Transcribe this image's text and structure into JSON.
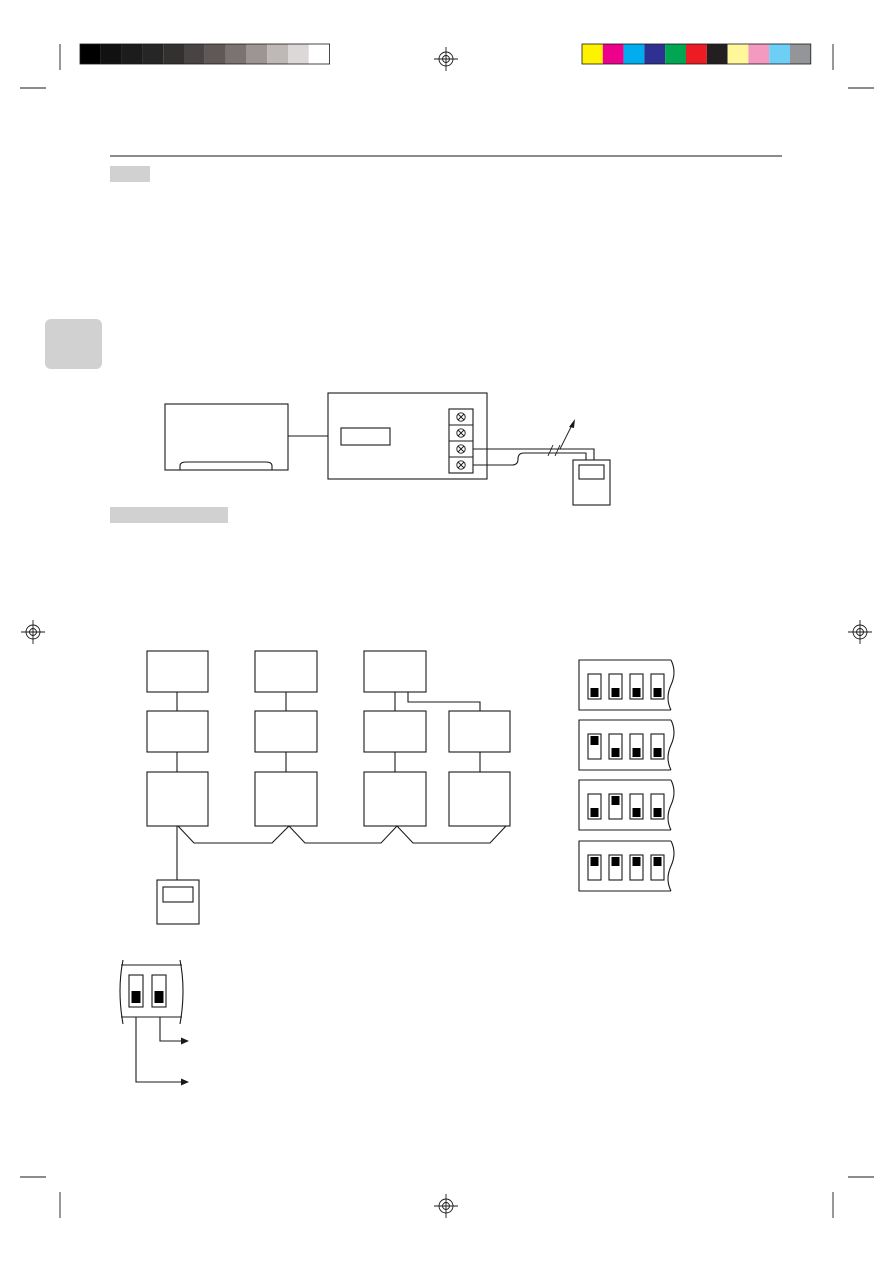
{
  "page": {
    "gray_scale_swatches": [
      "#000000",
      "#111111",
      "#1c1c1c",
      "#262626",
      "#333130",
      "#484443",
      "#5f5857",
      "#7a7372",
      "#9c9594",
      "#beb8b7",
      "#dcd8d7",
      "#ffffff"
    ],
    "color_swatches": [
      "#fff200",
      "#ec008c",
      "#00aeef",
      "#2e3192",
      "#00a651",
      "#ed1c24",
      "#231f20",
      "#fff799",
      "#f49ac1",
      "#6dcff6",
      "#939598"
    ],
    "accent_gray": "#d1d1d1"
  },
  "dip_switch_sets": [
    {
      "knobs": [
        "down",
        "down",
        "down",
        "down"
      ]
    },
    {
      "knobs": [
        "up",
        "down",
        "down",
        "down"
      ]
    },
    {
      "knobs": [
        "down",
        "up",
        "down",
        "down"
      ]
    },
    {
      "knobs": [
        "up",
        "up",
        "up",
        "up"
      ]
    }
  ],
  "two_pin_switch": {
    "knobs": [
      "down",
      "down"
    ]
  }
}
